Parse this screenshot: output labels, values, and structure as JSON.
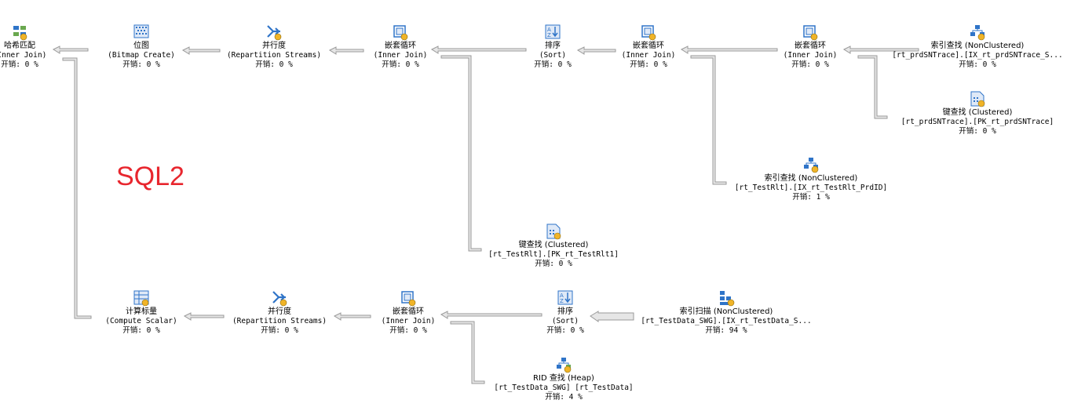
{
  "label": "SQL2",
  "colors": {
    "arrow_fill": "#e6e6e6",
    "arrow_stroke": "#9a9a9a",
    "label": "#e8262e"
  },
  "nodes": [
    {
      "id": "hash",
      "icon": "hash-match-icon",
      "t1": "哈希匹配",
      "t2": "(Inner Join)",
      "t3": "开销: 0 %"
    },
    {
      "id": "bitmap",
      "icon": "bitmap-icon",
      "t1": "位图",
      "t2": "(Bitmap Create)",
      "t3": "开销: 0 %"
    },
    {
      "id": "par1",
      "icon": "parallelism-icon",
      "t1": "并行度",
      "t2": "(Repartition Streams)",
      "t3": "开销: 0 %"
    },
    {
      "id": "nl1",
      "icon": "nested-loops-icon",
      "t1": "嵌套循环",
      "t2": "(Inner Join)",
      "t3": "开销: 0 %"
    },
    {
      "id": "sort1",
      "icon": "sort-icon",
      "t1": "排序",
      "t2": "(Sort)",
      "t3": "开销: 0 %"
    },
    {
      "id": "nl2",
      "icon": "nested-loops-icon",
      "t1": "嵌套循环",
      "t2": "(Inner Join)",
      "t3": "开销: 0 %"
    },
    {
      "id": "nl3",
      "icon": "nested-loops-icon",
      "t1": "嵌套循环",
      "t2": "(Inner Join)",
      "t3": "开销: 0 %"
    },
    {
      "id": "seek1",
      "icon": "index-seek-icon",
      "t1": "索引查找 (NonClustered)",
      "t2": "[rt_prdSNTrace].[IX_rt_prdSNTrace_S...",
      "t3": "开销: 0 %"
    },
    {
      "id": "kl1",
      "icon": "key-lookup-icon",
      "t1": "键查找 (Clustered)",
      "t2": "[rt_prdSNTrace].[PK_rt_prdSNTrace]",
      "t3": "开销: 0 %"
    },
    {
      "id": "seek2",
      "icon": "index-seek-icon",
      "t1": "索引查找 (NonClustered)",
      "t2": "[rt_TestRlt].[IX_rt_TestRlt_PrdID]",
      "t3": "开销: 1 %"
    },
    {
      "id": "kl2",
      "icon": "key-lookup-icon",
      "t1": "键查找 (Clustered)",
      "t2": "[rt_TestRlt].[PK_rt_TestRlt1]",
      "t3": "开销: 0 %"
    },
    {
      "id": "cs",
      "icon": "compute-scalar-icon",
      "t1": "计算标量",
      "t2": "(Compute Scalar)",
      "t3": "开销: 0 %"
    },
    {
      "id": "par2",
      "icon": "parallelism-icon",
      "t1": "并行度",
      "t2": "(Repartition Streams)",
      "t3": "开销: 0 %"
    },
    {
      "id": "nl4",
      "icon": "nested-loops-icon",
      "t1": "嵌套循环",
      "t2": "(Inner Join)",
      "t3": "开销: 0 %"
    },
    {
      "id": "sort2",
      "icon": "sort-icon",
      "t1": "排序",
      "t2": "(Sort)",
      "t3": "开销: 0 %"
    },
    {
      "id": "scan1",
      "icon": "index-scan-icon",
      "t1": "索引扫描 (NonClustered)",
      "t2": "[rt_TestData_SWG].[IX_rt_TestData_S...",
      "t3": "开销: 94 %"
    },
    {
      "id": "rid",
      "icon": "rid-lookup-icon",
      "t1": "RID 查找 (Heap)",
      "t2": "[rt_TestData_SWG] [rt_TestData]",
      "t3": "开销: 4 %"
    }
  ]
}
